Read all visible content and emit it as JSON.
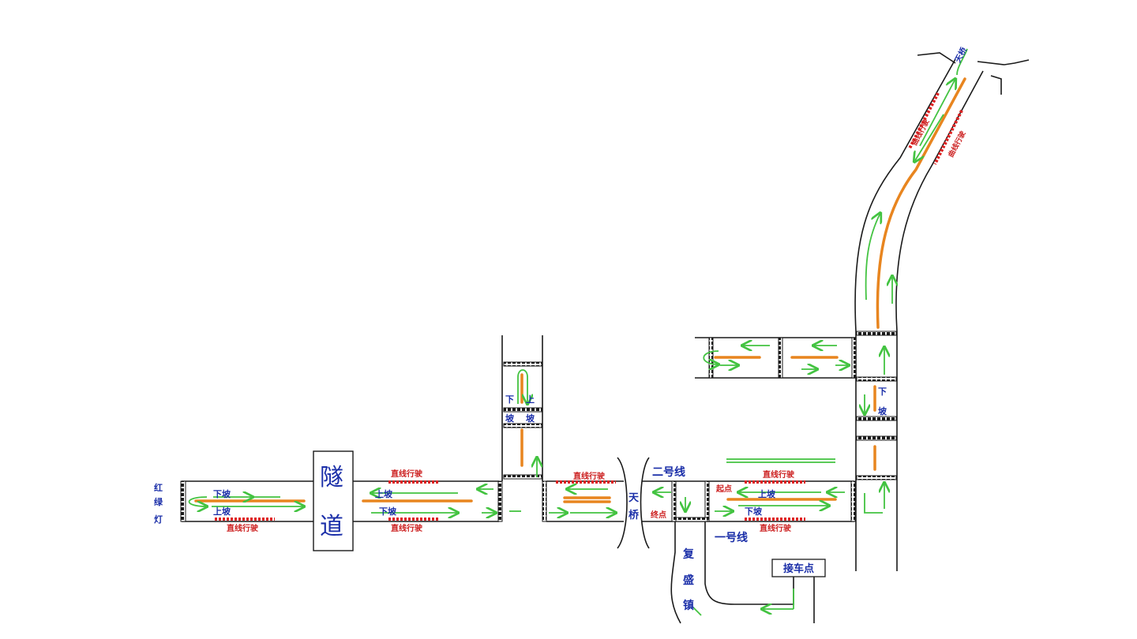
{
  "labels": {
    "traffic_light": [
      "红",
      "绿",
      "灯"
    ],
    "tunnel": [
      "隧",
      "道"
    ],
    "bridge": [
      "天",
      "桥"
    ],
    "town": [
      "复",
      "盛",
      "镇"
    ],
    "pickup_point": "接车点",
    "line1": "一号线",
    "line2": "二号线",
    "down": "下",
    "up": "上",
    "downhill": "下坡",
    "uphill": "上坡",
    "slope": "坡",
    "straight_drive": "直线行驶",
    "terminal": "终点",
    "start": "起点",
    "curve_drive": "曲线行驶",
    "top_label": "天桥"
  },
  "colors": {
    "road_line": "#1a1a1a",
    "center_line": "#e8851f",
    "direction_arrow": "#43c341",
    "blue_text": "#1a2ea8",
    "red_text": "#cc1f1f"
  }
}
